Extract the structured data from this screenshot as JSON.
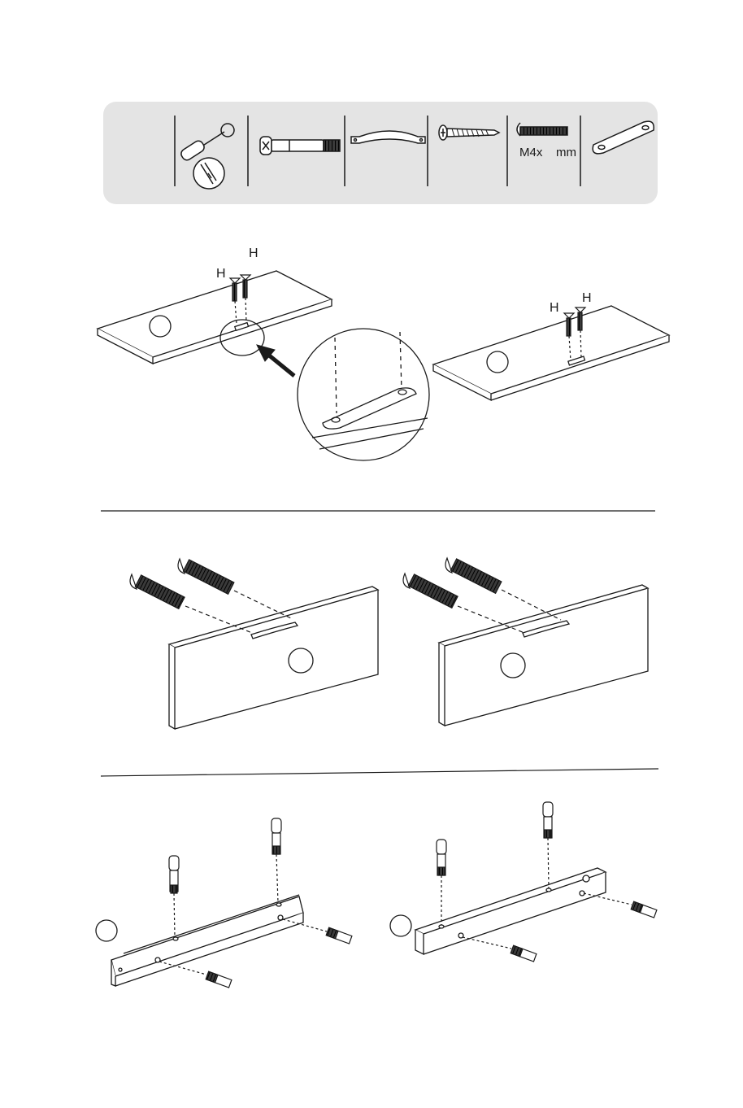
{
  "parts": [
    {
      "icon": "screwdriver-icon",
      "label": ""
    },
    {
      "icon": "cam-bolt-icon",
      "label": ""
    },
    {
      "icon": "handle-icon",
      "label": ""
    },
    {
      "icon": "countersunk-screw-icon",
      "label": ""
    },
    {
      "icon": "machine-screw-icon",
      "label": "M4x    mm"
    },
    {
      "icon": "connector-plate-icon",
      "label": ""
    }
  ],
  "step1": {
    "left_screw_labels": [
      "H",
      "H"
    ],
    "right_screw_labels": [
      "H",
      "H"
    ]
  },
  "colors": {
    "line": "#1a1a1a",
    "parts_background": "#e4e4e4",
    "divider": "#1a1a1a"
  }
}
